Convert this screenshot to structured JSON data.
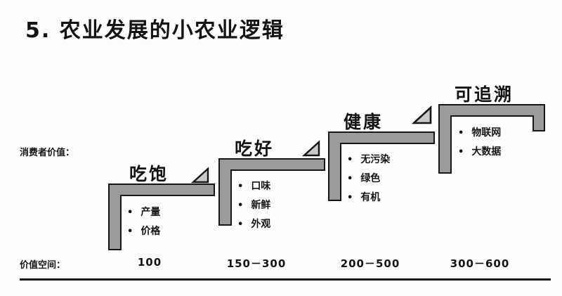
{
  "title": "5.  农业发展的小农业逻辑",
  "labels": {
    "consumer_value": "消费者价值：",
    "value_space": "价值空间："
  },
  "colors": {
    "bar_fill": "#9b9b9b",
    "bar_stroke": "#161616",
    "triangle_fill": "#c9c9c9"
  },
  "steps": [
    {
      "label": "吃饱",
      "items": [
        "产量",
        "价格"
      ],
      "range": "100"
    },
    {
      "label": "吃好",
      "items": [
        "口味",
        "新鲜",
        "外观"
      ],
      "range": "150－300"
    },
    {
      "label": "健康",
      "items": [
        "无污染",
        "绿色",
        "有机"
      ],
      "range": "200－500"
    },
    {
      "label": "可追溯",
      "items": [
        "物联网",
        "大数据"
      ],
      "range": "300－600"
    }
  ]
}
